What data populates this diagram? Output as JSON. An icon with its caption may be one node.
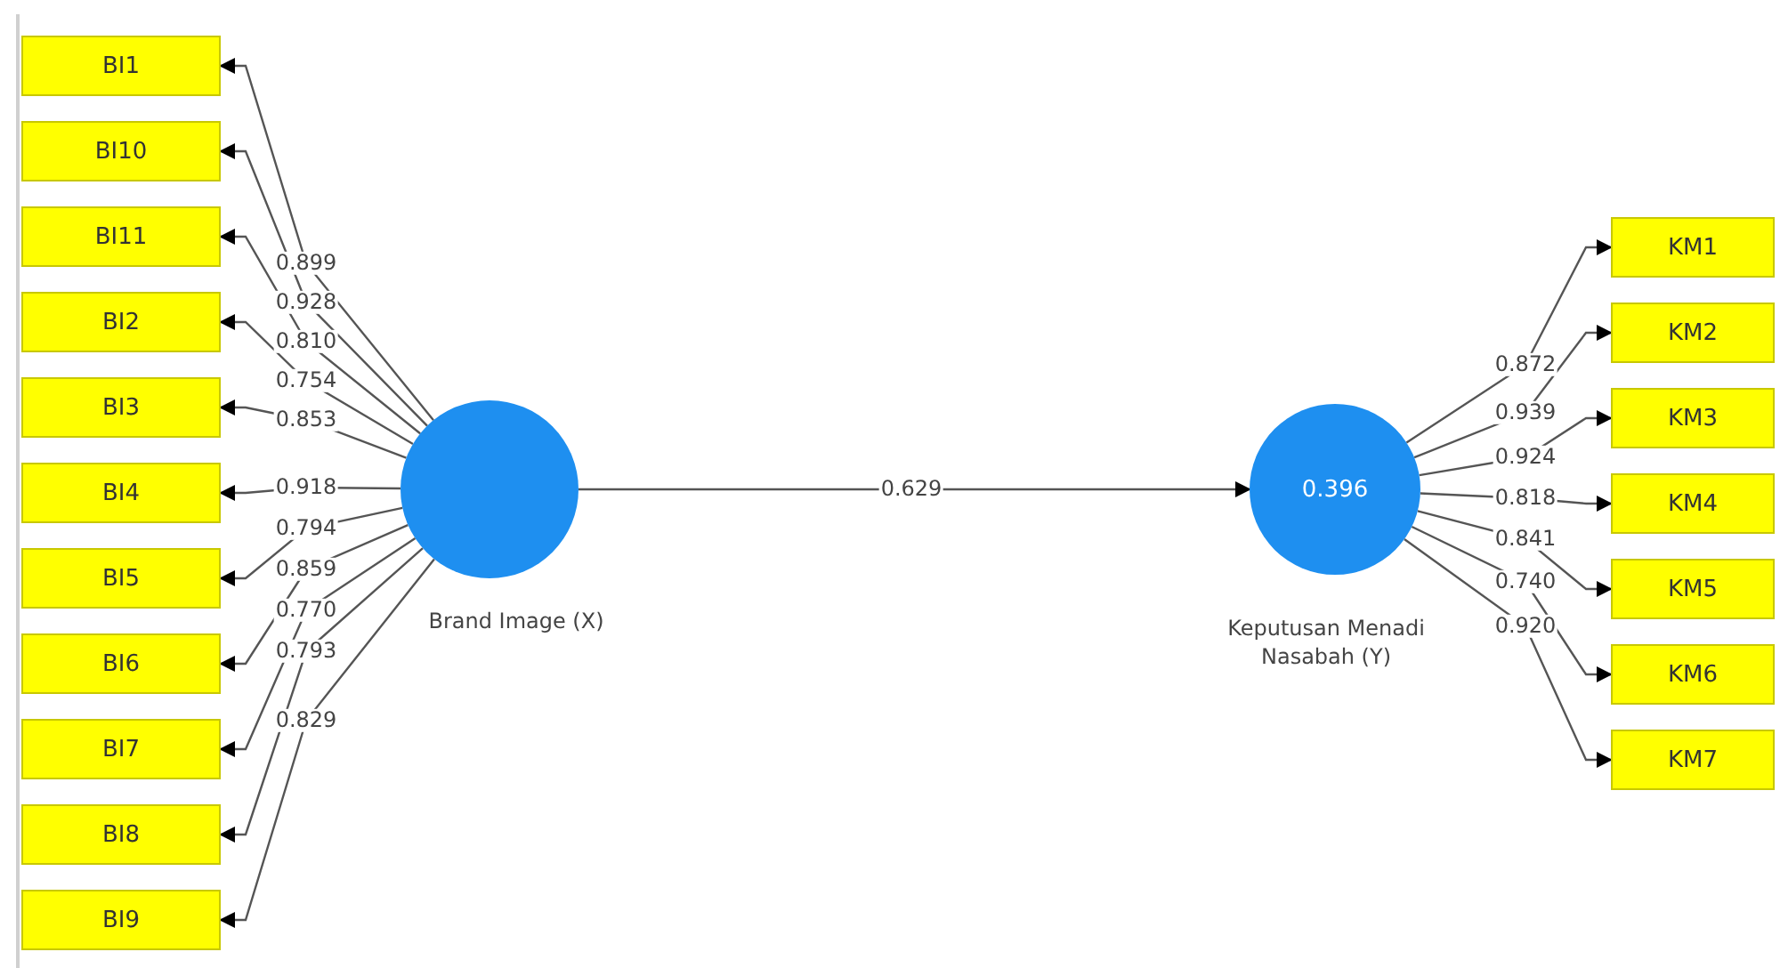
{
  "diagram": {
    "nodes": [
      {
        "text": [
          "BI1"
        ]
      },
      {
        "text": [
          "BI10"
        ]
      },
      {
        "text": [
          "BI11"
        ]
      },
      {
        "text": [
          "BI2"
        ]
      },
      {
        "text": [
          "BI3"
        ]
      },
      {
        "text": [
          "BI4"
        ]
      },
      {
        "text": [
          "BI5"
        ]
      },
      {
        "text": [
          "BI6"
        ]
      },
      {
        "text": [
          "BI7"
        ]
      },
      {
        "text": [
          "BI8"
        ]
      },
      {
        "text": [
          "BI9"
        ]
      },
      {
        "text": [
          "Brand Image (X)"
        ]
      },
      {
        "text": [
          "0.396",
          "Keputusan Menadi Nasabah (Y)"
        ]
      },
      {
        "text": [
          "KM1"
        ]
      },
      {
        "text": [
          "KM2"
        ]
      },
      {
        "text": [
          "KM3"
        ]
      },
      {
        "text": [
          "KM4"
        ]
      },
      {
        "text": [
          "KM5"
        ]
      },
      {
        "text": [
          "KM6"
        ]
      },
      {
        "text": [
          "KM7"
        ]
      }
    ],
    "edges": [
      {
        "from": 11,
        "to": 0,
        "label": "0.899",
        "arrow": "to"
      },
      {
        "from": 11,
        "to": 1,
        "label": "0.928",
        "arrow": "to"
      },
      {
        "from": 11,
        "to": 2,
        "label": "0.810",
        "arrow": "to"
      },
      {
        "from": 11,
        "to": 3,
        "label": "0.754",
        "arrow": "to"
      },
      {
        "from": 11,
        "to": 4,
        "label": "0.853",
        "arrow": "to"
      },
      {
        "from": 11,
        "to": 5,
        "label": "0.918",
        "arrow": "to"
      },
      {
        "from": 11,
        "to": 6,
        "label": "0.794",
        "arrow": "to"
      },
      {
        "from": 11,
        "to": 7,
        "label": "0.859",
        "arrow": "to"
      },
      {
        "from": 11,
        "to": 8,
        "label": "0.770",
        "arrow": "to"
      },
      {
        "from": 11,
        "to": 9,
        "label": "0.793",
        "arrow": "to"
      },
      {
        "from": 11,
        "to": 10,
        "label": "0.829",
        "arrow": "to"
      },
      {
        "from": 11,
        "to": 12,
        "label": "0.629",
        "arrow": "to"
      },
      {
        "from": 12,
        "to": 13,
        "label": "0.872",
        "arrow": "to"
      },
      {
        "from": 12,
        "to": 14,
        "label": "0.939",
        "arrow": "to"
      },
      {
        "from": 12,
        "to": 15,
        "label": "0.924",
        "arrow": "to"
      },
      {
        "from": 12,
        "to": 16,
        "label": "0.818",
        "arrow": "to"
      },
      {
        "from": 12,
        "to": 17,
        "label": "0.841",
        "arrow": "to"
      },
      {
        "from": 12,
        "to": 18,
        "label": "0.740",
        "arrow": "to"
      },
      {
        "from": 12,
        "to": 19,
        "label": "0.920",
        "arrow": "to"
      }
    ]
  }
}
